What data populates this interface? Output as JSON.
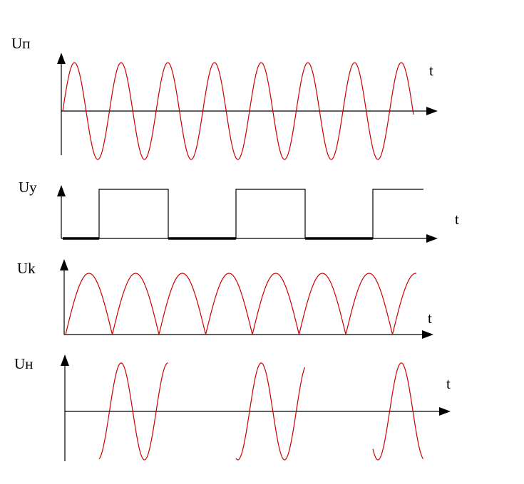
{
  "colors": {
    "signal": "#cc0000",
    "axis": "#000000",
    "control": "#000000"
  },
  "panels": [
    {
      "id": "up",
      "y_label": "Uп",
      "x_label": "t",
      "kind": "carrier-sine"
    },
    {
      "id": "uy",
      "y_label": "Uy",
      "x_label": "t",
      "kind": "control-square",
      "levels": [
        0,
        1,
        0,
        1,
        0,
        1
      ]
    },
    {
      "id": "uk",
      "y_label": "Uk",
      "x_label": "t",
      "kind": "rectified-sine"
    },
    {
      "id": "un",
      "y_label": "Uн",
      "x_label": "t",
      "kind": "gated-sine",
      "levels": [
        0,
        1,
        0,
        1,
        0,
        1
      ]
    }
  ]
}
